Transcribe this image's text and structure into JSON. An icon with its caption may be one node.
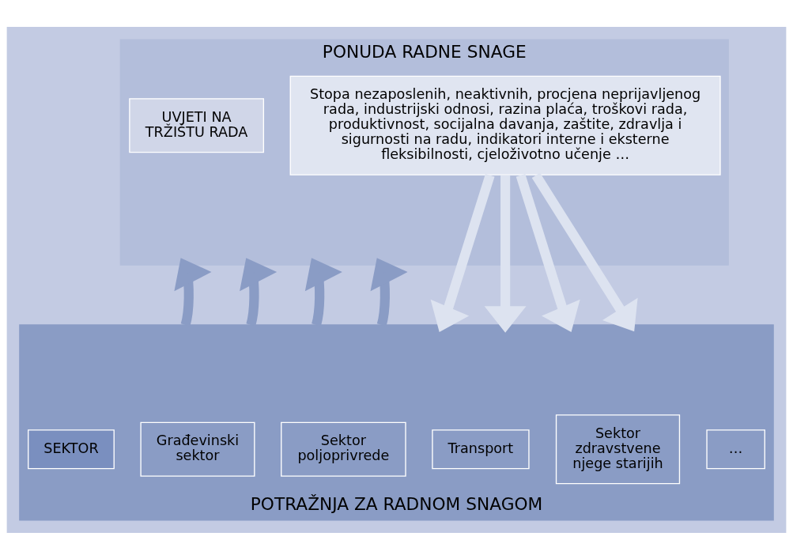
{
  "diagram": {
    "nodes": [
      {
        "text": [
          "PONUDA RADNE SNAGE"
        ]
      },
      {
        "text": [
          "UVJETI NA TRŽIŠTU RADA"
        ],
        "in": 0
      },
      {
        "text": [
          "Stopa nezaposlenih, neaktivnih, procjena neprijavljenog rada, industrijski odnosi, razina plaća, troškovi rada, produktivnost, socijalna davanja, zaštite, zdravlja i sigurnosti na radu, indikatori interne i eksterne fleksibilnosti, cjeloživotno učenje …"
        ],
        "in": 0
      },
      {
        "text": [
          "POTRAŽNJA ZA RADNOM SNAGOM"
        ]
      },
      {
        "text": [
          "SEKTOR"
        ],
        "in": 3
      },
      {
        "text": [
          "Građevinski sektor"
        ],
        "in": 3
      },
      {
        "text": [
          "Sektor poljoprivrede"
        ],
        "in": 3
      },
      {
        "text": [
          "Transport"
        ],
        "in": 3
      },
      {
        "text": [
          "Sektor zdravstvene njege starijih"
        ],
        "in": 3
      },
      {
        "text": [
          "…"
        ],
        "in": 3
      }
    ],
    "edges": [
      {
        "from": 2,
        "to": 3,
        "arrow": "to",
        "color": "#dde3f0"
      },
      {
        "from": 3,
        "to": 0,
        "arrow": "to",
        "color": "#8a9cc5"
      },
      {
        "from": 2,
        "to": 3,
        "arrow": "to",
        "color": "#dde3f0"
      },
      {
        "from": 3,
        "to": 0,
        "arrow": "to",
        "color": "#8a9cc5"
      },
      {
        "from": 2,
        "to": 3,
        "arrow": "to",
        "color": "#dde3f0"
      },
      {
        "from": 3,
        "to": 0,
        "arrow": "to",
        "color": "#8a9cc5"
      },
      {
        "from": 2,
        "to": 3,
        "arrow": "to",
        "color": "#dde3f0"
      },
      {
        "from": 3,
        "to": 0,
        "arrow": "to",
        "color": "#8a9cc5"
      }
    ]
  }
}
